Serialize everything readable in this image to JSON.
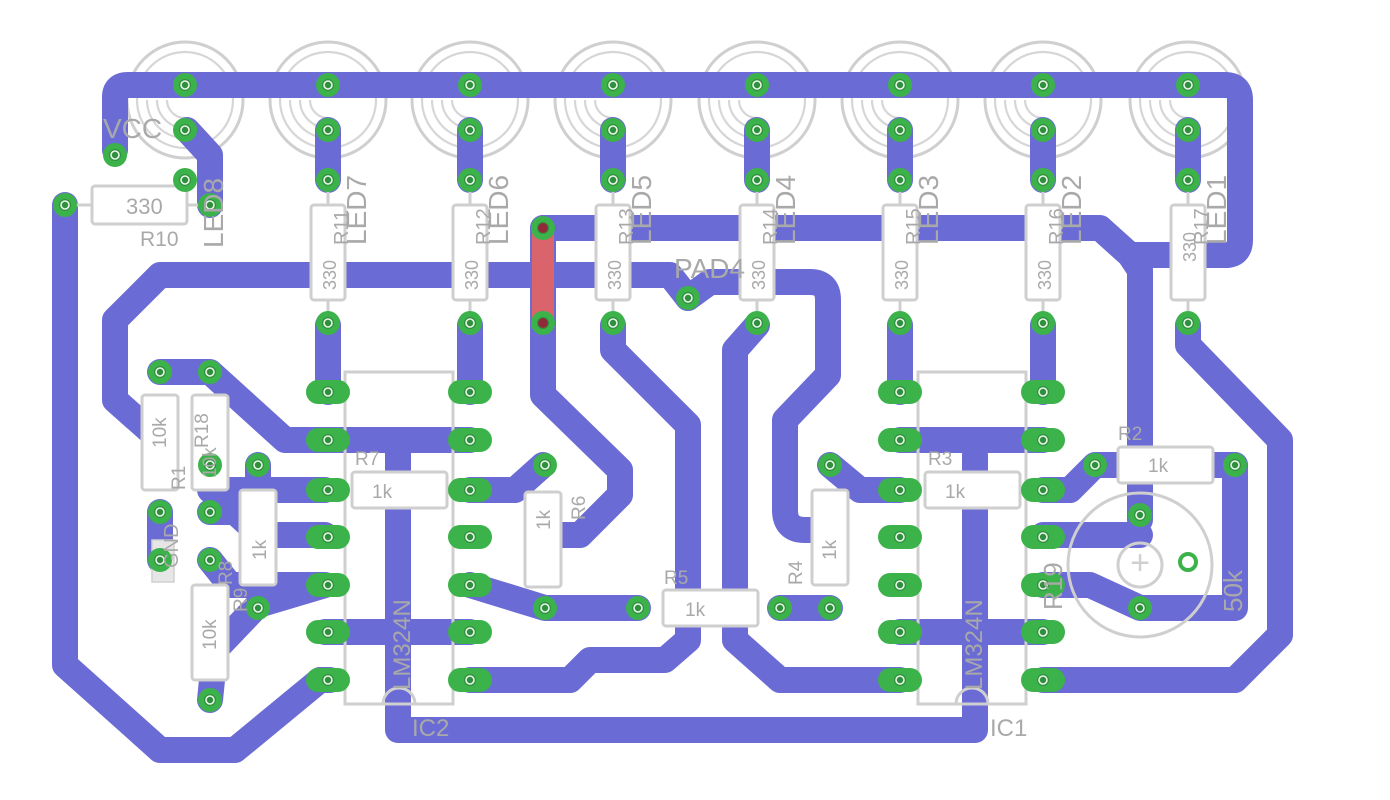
{
  "board": {
    "leds": [
      {
        "name": "LED8",
        "resistor": "R10",
        "value": "330"
      },
      {
        "name": "LED7",
        "resistor": "R11",
        "value": "330"
      },
      {
        "name": "LED6",
        "resistor": "R12",
        "value": "330"
      },
      {
        "name": "LED5",
        "resistor": "R13",
        "value": "330"
      },
      {
        "name": "LED4",
        "resistor": "R14",
        "value": "330"
      },
      {
        "name": "LED3",
        "resistor": "R15",
        "value": "330"
      },
      {
        "name": "LED2",
        "resistor": "R16",
        "value": "330"
      },
      {
        "name": "LED1",
        "resistor": "R17",
        "value": "330"
      }
    ],
    "pads": {
      "vcc": "VCC",
      "pad4": "PAD4",
      "gnd": "GND"
    },
    "ics": [
      {
        "name": "IC2",
        "part": "LM324N"
      },
      {
        "name": "IC1",
        "part": "LM324N"
      }
    ],
    "resistors": {
      "r1": {
        "name": "R1",
        "value": "10k"
      },
      "r18": {
        "name": "R18",
        "value": "10k"
      },
      "r8": {
        "name": "R8",
        "value": "10k"
      },
      "r9": {
        "name": "R9",
        "value": "1k"
      },
      "r7": {
        "name": "R7",
        "value": "1k"
      },
      "r6": {
        "name": "R6",
        "value": "1k"
      },
      "r5": {
        "name": "R5",
        "value": "1k"
      },
      "r4": {
        "name": "R4",
        "value": "1k"
      },
      "r3": {
        "name": "R3",
        "value": "1k"
      },
      "r2": {
        "name": "R2",
        "value": "1k"
      }
    },
    "pot": {
      "name": "R19",
      "value": "50k"
    },
    "r10_value": "330",
    "r10_label": "R10"
  },
  "colors": {
    "trace": "#6b6bd6",
    "pad": "#3cb24a",
    "silkscreen": "#cfcfcf",
    "jumper": "#d9646c"
  }
}
